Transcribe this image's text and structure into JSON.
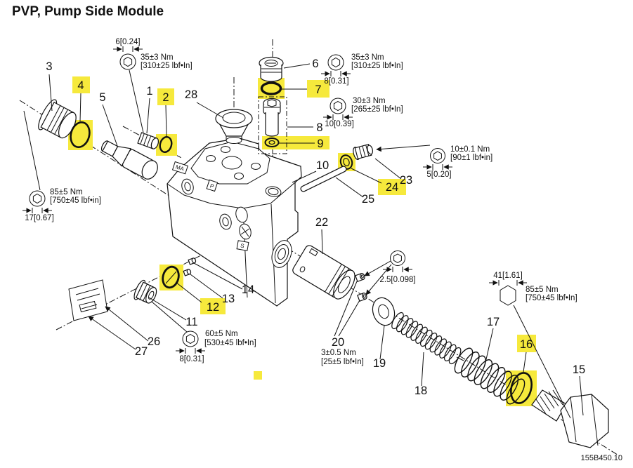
{
  "title": "PVP, Pump Side Module",
  "drawing_number": "155B450.10",
  "colors": {
    "highlight": "#f6e93c",
    "line": "#111111"
  },
  "parts": {
    "p1": "1",
    "p2": "2",
    "p3": "3",
    "p4": "4",
    "p5": "5",
    "p6": "6",
    "p7": "7",
    "p8": "8",
    "p9": "9",
    "p10": "10",
    "p11": "11",
    "p12": "12",
    "p13": "13",
    "p14": "14",
    "p15": "15",
    "p16": "16",
    "p17": "17",
    "p18": "18",
    "p19": "19",
    "p20": "20",
    "p22": "22",
    "p23": "23",
    "p24": "24",
    "p25": "25",
    "p26": "26",
    "p27": "27",
    "p28": "28"
  },
  "highlighted_parts": [
    "2",
    "4",
    "7",
    "9",
    "12",
    "16",
    "24"
  ],
  "torque": {
    "t6024": {
      "dim": "6[0.24]",
      "nm": "35±3 Nm",
      "lbf": "[310±25 lbf•In]"
    },
    "t831top": {
      "dim": "8[0.31]",
      "nm": "35±3 Nm",
      "lbf": "[310±25 lbf•In]"
    },
    "t1039": {
      "dim": "10[0.39]",
      "nm": "30±3 Nm",
      "lbf": "[265±25 lbf•In]"
    },
    "t520": {
      "dim": "5[0.20]",
      "nm": "10±0.1 Nm",
      "lbf": "[90±1 lbf•in]"
    },
    "t1767": {
      "dim": "17[0.67]",
      "nm": "85±5 Nm",
      "lbf": "[750±45 lbf•in]"
    },
    "t831bot": {
      "dim": "8[0.31]",
      "nm": "60±5 Nm",
      "lbf": "[530±45 lbf•In]"
    },
    "t25098": {
      "dim": "2.5[0.098]",
      "nm": "3±0.5 Nm",
      "lbf": "[25±5 lbf•In]"
    },
    "t41161": {
      "dim": "41[1.61]",
      "nm": "85±5 Nm",
      "lbf": "[750±45 lbf•In]"
    }
  },
  "body_marks": {
    "ma": "MA",
    "p": "P",
    "s": "S"
  }
}
